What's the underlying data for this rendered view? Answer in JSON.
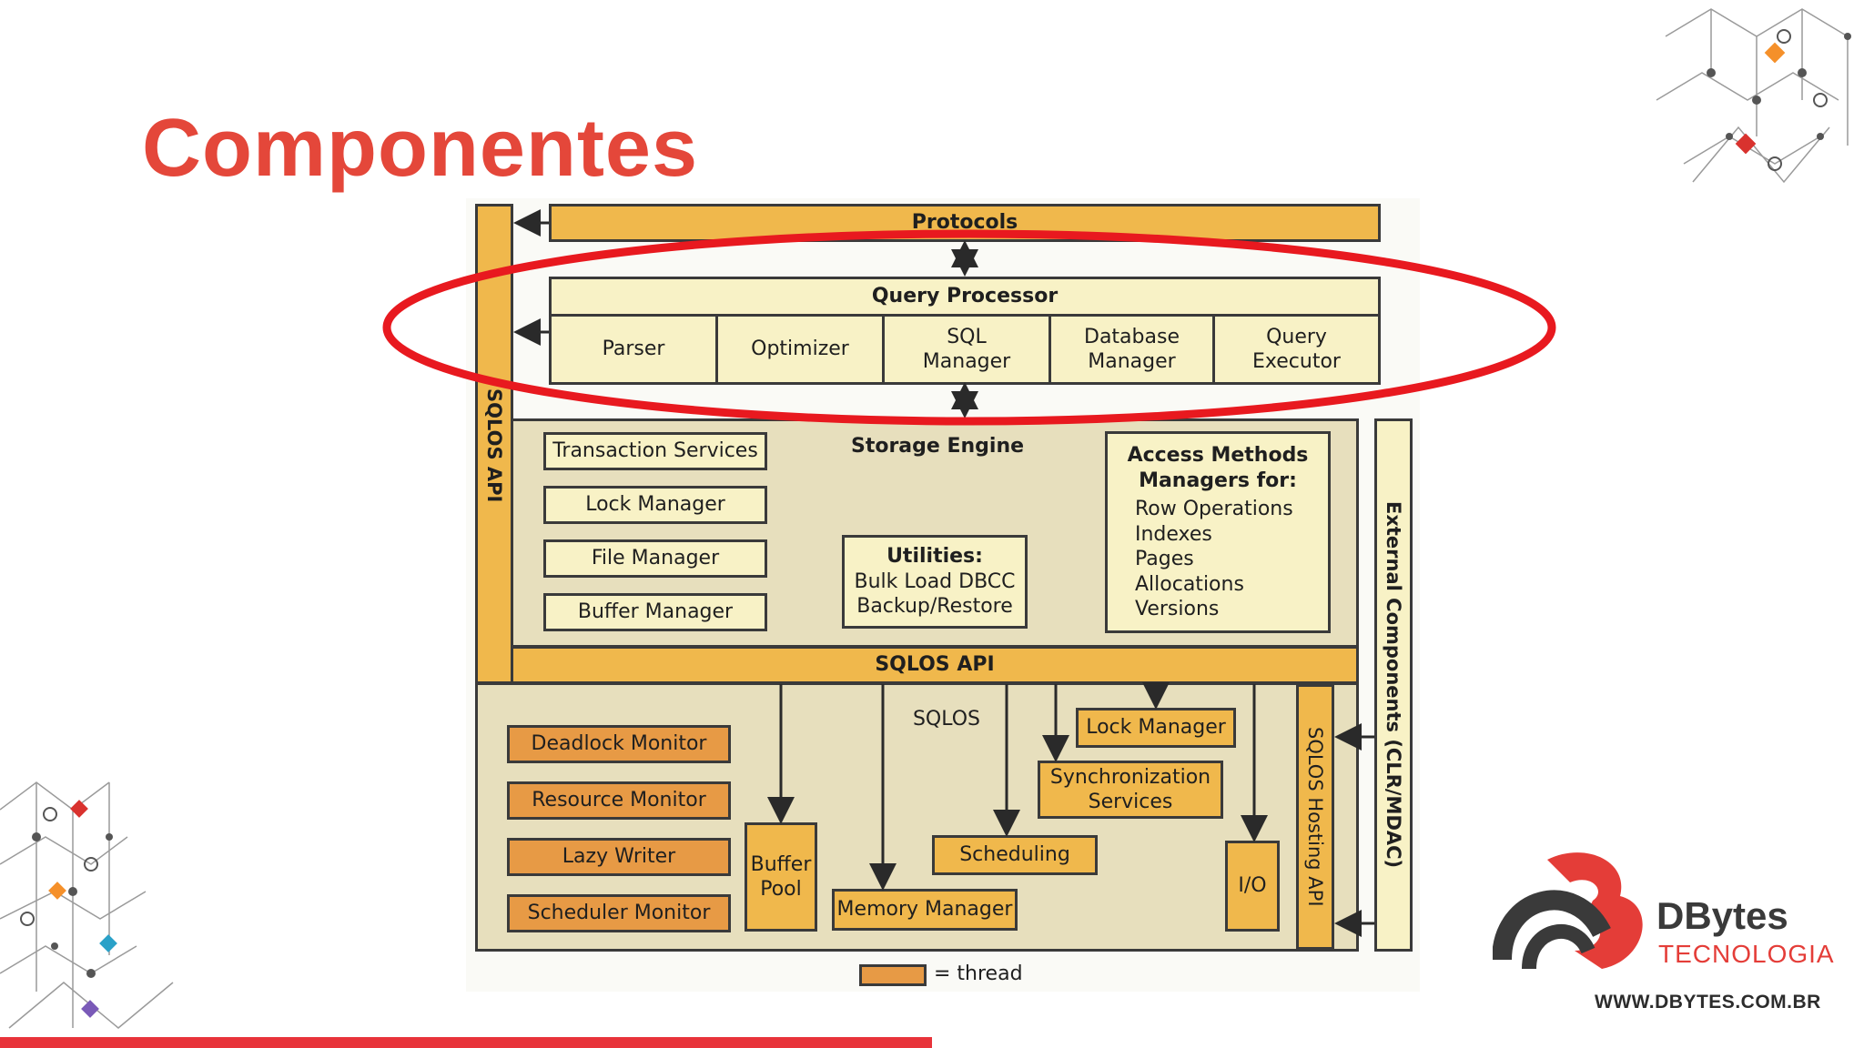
{
  "slide": {
    "title": "Componentes",
    "accent_color": "#e4473a"
  },
  "diagram": {
    "protocols": "Protocols",
    "query_processor": {
      "title": "Query Processor",
      "parts": [
        "Parser",
        "Optimizer",
        "SQL\nManager",
        "Database\nManager",
        "Query\nExecutor"
      ]
    },
    "sqlos_api_side": "SQLOS API",
    "storage_engine": {
      "title": "Storage Engine",
      "services": [
        "Transaction Services",
        "Lock Manager",
        "File Manager",
        "Buffer Manager"
      ],
      "utilities": {
        "title": "Utilities:",
        "lines": [
          "Bulk Load DBCC",
          "Backup/Restore"
        ]
      },
      "access_methods": {
        "title_line1": "Access Methods",
        "title_line2": "Managers for:",
        "items": [
          "Row Operations",
          "Indexes",
          "Pages",
          "Allocations",
          "Versions"
        ]
      }
    },
    "sqlos_api_bar": "SQLOS API",
    "sqlos": {
      "title": "SQLOS",
      "monitors": [
        "Deadlock Monitor",
        "Resource Monitor",
        "Lazy Writer",
        "Scheduler Monitor"
      ],
      "buffer_pool": "Buffer\nPool",
      "memory_manager": "Memory Manager",
      "scheduling": "Scheduling",
      "synchronization": "Synchronization\nServices",
      "lock_manager": "Lock Manager",
      "io": "I/O",
      "hosting_api": "SQLOS Hosting API"
    },
    "external_components": "External Components (CLR/MDAC)",
    "legend": "= thread",
    "highlight_color": "#e8191f"
  },
  "brand": {
    "name": "DBytes",
    "subtitle": "TECNOLOGIA",
    "url": "WWW.DBYTES.COM.BR",
    "colors": {
      "red": "#e43d38",
      "dark": "#3a3a3a"
    }
  }
}
